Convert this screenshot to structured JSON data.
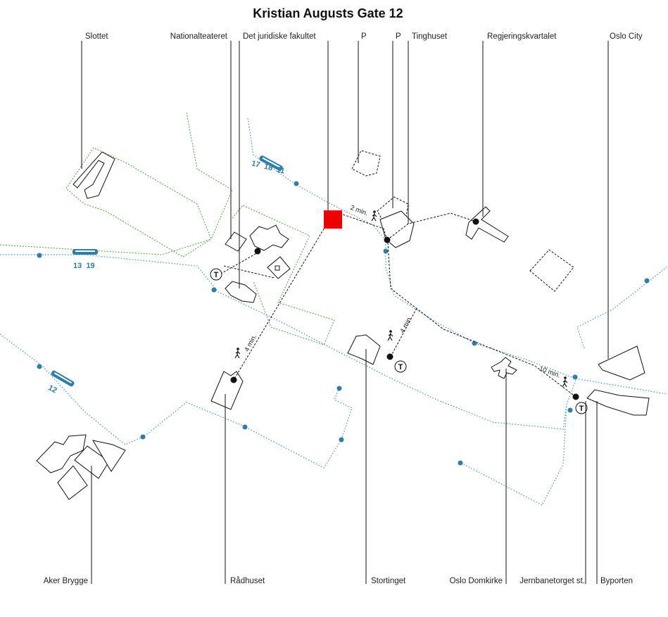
{
  "title": "Kristian Augusts Gate 12",
  "colors": {
    "destination": "#ee0000",
    "tram_route": "#3f94c7",
    "park": "#4aa33a",
    "building_stroke": "#111111"
  },
  "landmarks_top": [
    {
      "id": "slottet",
      "label": "Slottet"
    },
    {
      "id": "nationalteateret",
      "label": "Nationalteateret"
    },
    {
      "id": "juridiske",
      "label": "Det juridiske fakultet"
    },
    {
      "id": "parking1",
      "label": "P"
    },
    {
      "id": "parking2",
      "label": "P"
    },
    {
      "id": "tinghuset",
      "label": "Tinghuset"
    },
    {
      "id": "regjeringskvartalet",
      "label": "Regjeringskvartalet"
    },
    {
      "id": "oslocity",
      "label": "Oslo City"
    }
  ],
  "landmarks_bottom": [
    {
      "id": "akerbrygge",
      "label": "Aker Brygge"
    },
    {
      "id": "radhuset",
      "label": "Rådhuset"
    },
    {
      "id": "stortinget",
      "label": "Stortinget"
    },
    {
      "id": "domkirke",
      "label": "Oslo Domkirke"
    },
    {
      "id": "jernbanetorget",
      "label": "Jernbanetorget st."
    },
    {
      "id": "byporten",
      "label": "Byporten"
    }
  ],
  "tram_lines": [
    {
      "id": "tram-a",
      "numbers": "17  18  11"
    },
    {
      "id": "tram-b",
      "numbers": "13  19"
    },
    {
      "id": "tram-c",
      "numbers": "12"
    }
  ],
  "walk_times": [
    {
      "id": "walk-tinghuset",
      "label": "2 min."
    },
    {
      "id": "walk-radhuset",
      "label": "4 min."
    },
    {
      "id": "walk-stortinget",
      "label": "4 min."
    },
    {
      "id": "walk-jernbanetorget",
      "label": "10 min."
    }
  ],
  "metro_symbol": "T"
}
